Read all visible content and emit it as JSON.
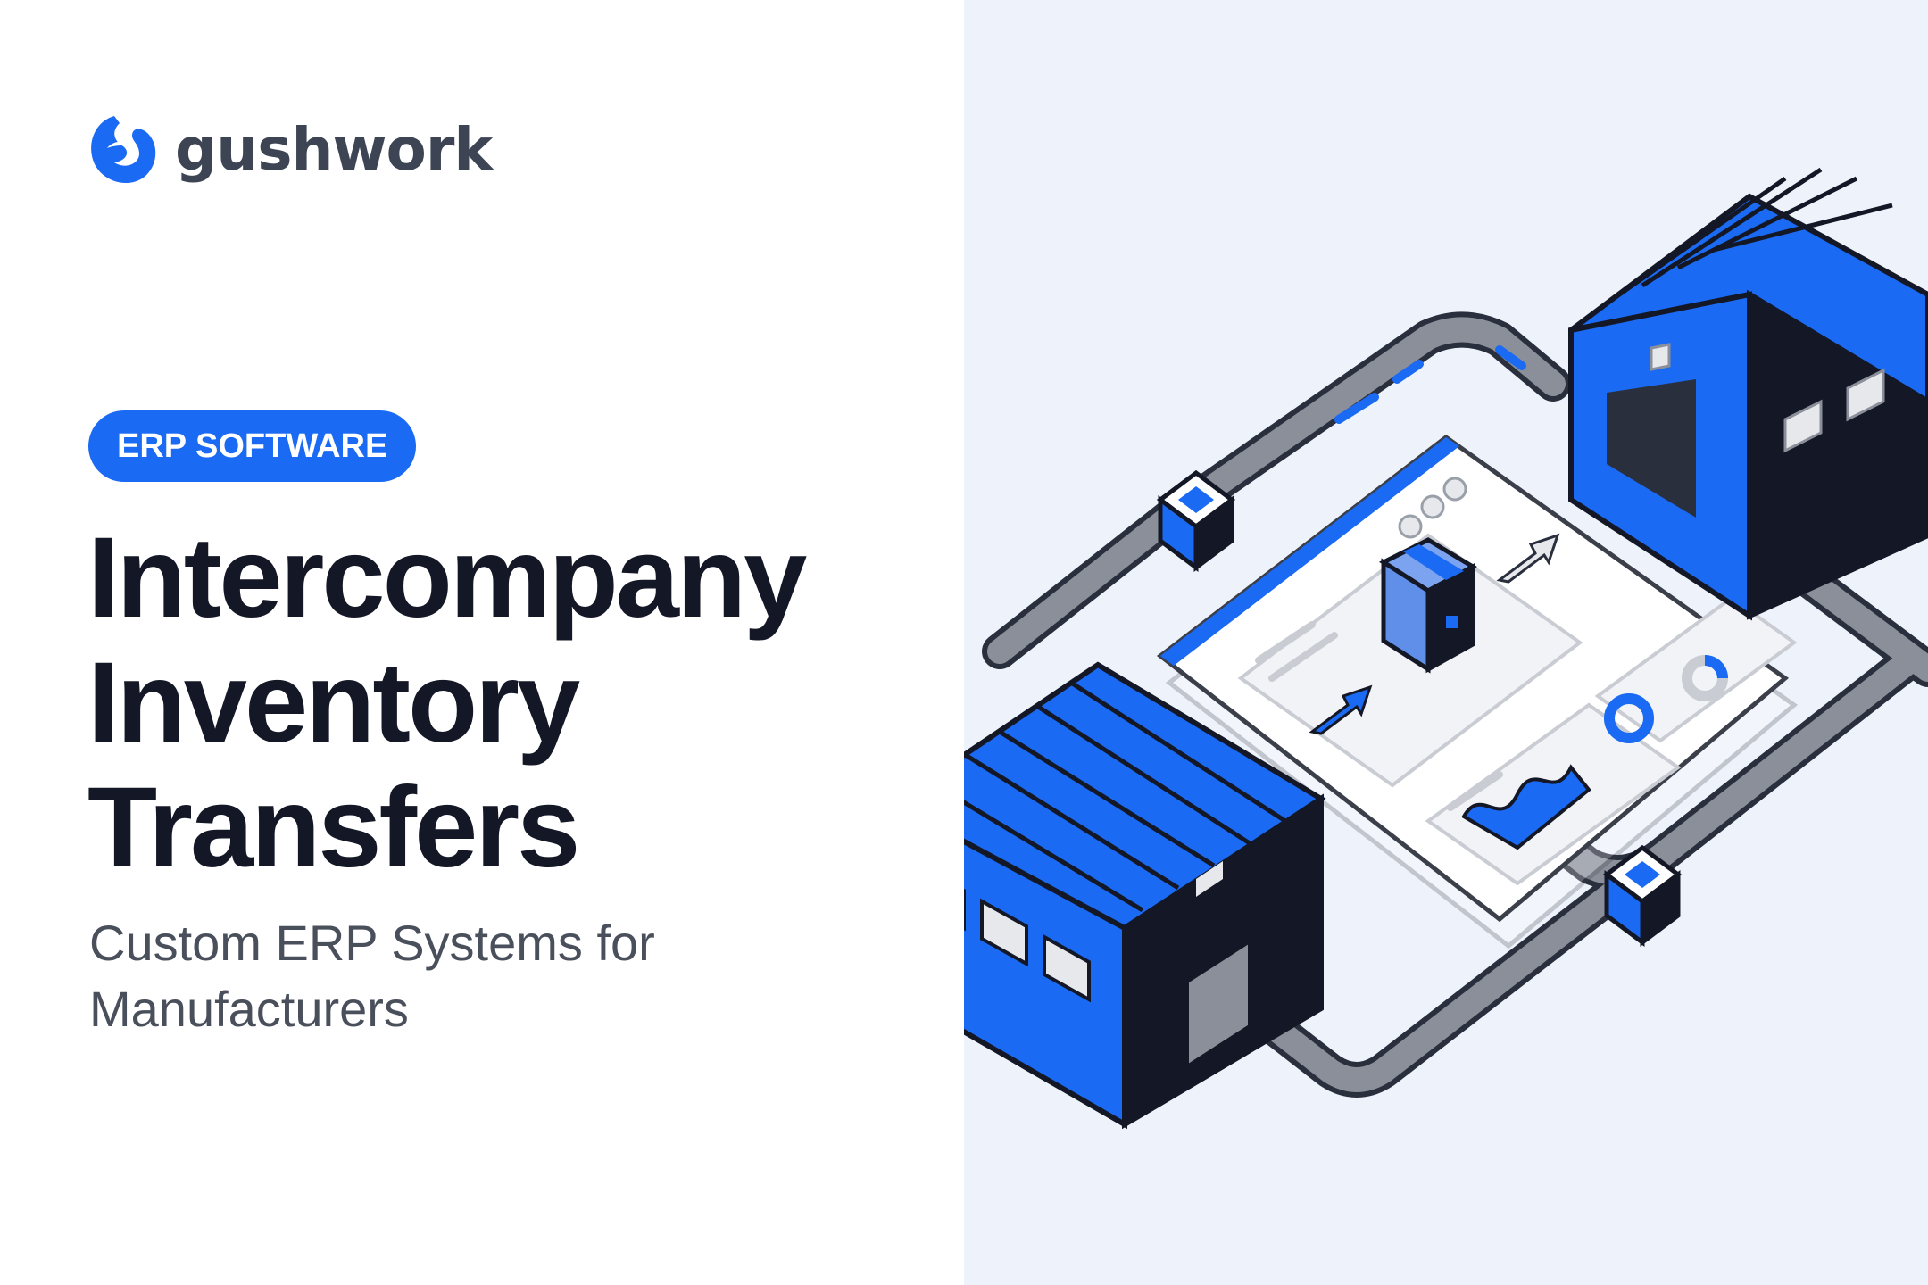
{
  "brand": {
    "name": "gushwork",
    "color": "#1a6af3"
  },
  "tag": {
    "label": "ERP SOFTWARE"
  },
  "headline": {
    "lines": [
      "Intercompany",
      "Inventory",
      "Transfers"
    ]
  },
  "subhead": {
    "lines": [
      "Custom ERP Systems for",
      "Manufacturers"
    ]
  },
  "colors": {
    "accent": "#1a6af3",
    "dark": "#141826",
    "panel_bg": "#eef3fb"
  },
  "illustration": {
    "icons": [
      "warehouse-icon",
      "warehouse-icon",
      "package-icon",
      "arrow-icon",
      "donut-chart-icon",
      "area-chart-icon",
      "pipeline-icon"
    ]
  }
}
